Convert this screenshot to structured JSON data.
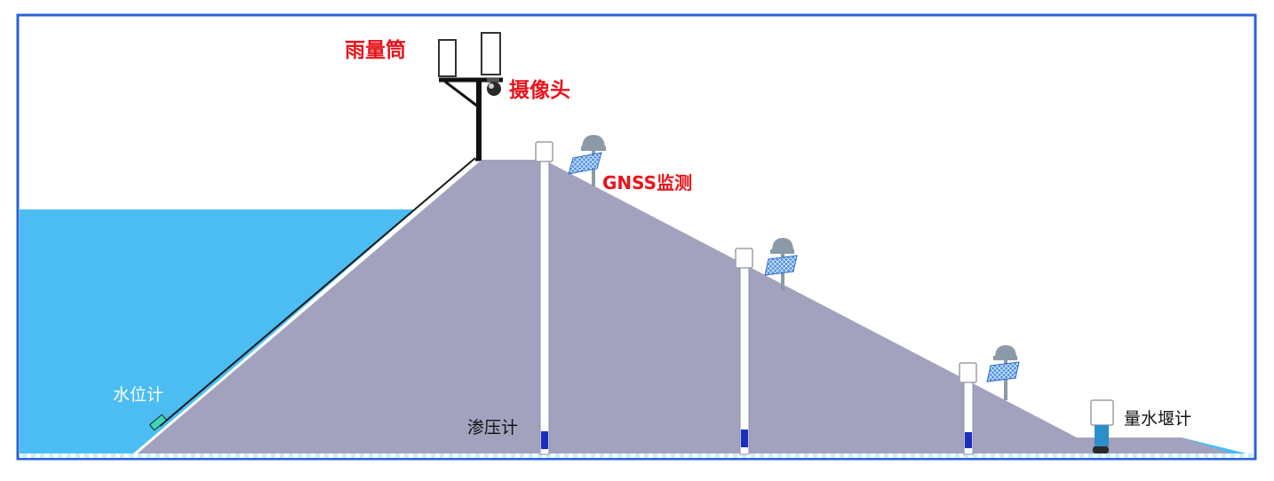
{
  "labels": {
    "rain_gauge": "雨量筒",
    "camera": "摄像头",
    "gnss": "GNSS监测",
    "water_level_gauge": "水位计",
    "piezometer": "渗压计",
    "weir_gauge": "量水堰计"
  },
  "colors": {
    "frame": "#2b62d9",
    "water": "#4bbdf2",
    "dam": "#a3a2be",
    "label_highlight": "#e8141c",
    "label_dark": "#111111",
    "label_light": "#ffffff",
    "sensor_blue": "#1a2fbf",
    "solar_panel": "#4d8fe0",
    "gnss_gray": "#8a9aa8"
  }
}
